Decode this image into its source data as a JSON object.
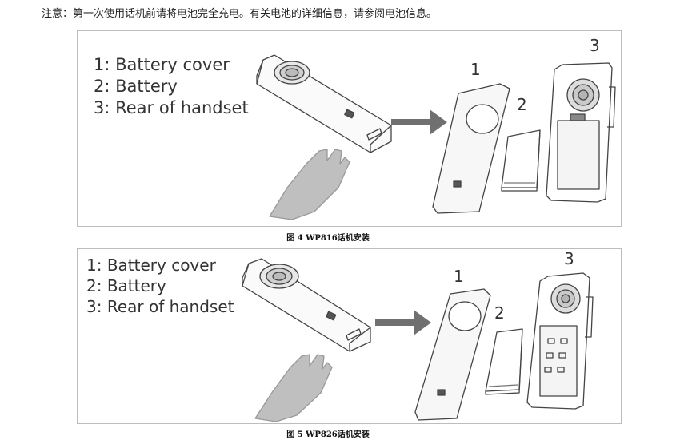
{
  "note": "注意：第一次使用话机前请将电池完全充电。有关电池的详细信息，请参阅电池信息。",
  "figures": [
    {
      "legend": [
        "1: Battery cover",
        "2: Battery",
        "3: Rear of handset"
      ],
      "part_numbers": [
        "1",
        "2",
        "3"
      ],
      "caption": "图 4 WP816话机安装"
    },
    {
      "legend": [
        "1: Battery cover",
        "2: Battery",
        "3: Rear of handset"
      ],
      "part_numbers": [
        "1",
        "2",
        "3"
      ],
      "caption": "图 5 WP826话机安装"
    }
  ]
}
